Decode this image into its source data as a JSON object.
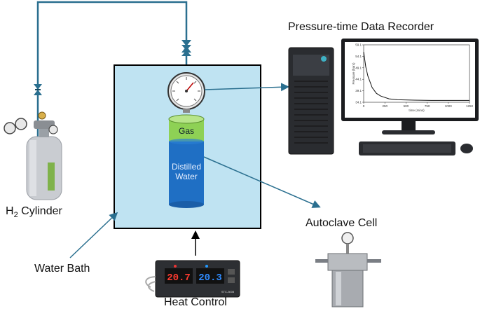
{
  "labels": {
    "recorder": "Pressure-time Data Recorder",
    "cylinder_prefix": "H",
    "cylinder_sub": "2",
    "cylinder_suffix": " Cylinder",
    "water_bath": "Water Bath",
    "heat_control": "Heat Control",
    "autoclave_cell": "Autoclave Cell",
    "gas": "Gas",
    "distilled_water": "Distilled Water"
  },
  "controller": {
    "display_left": "20.7",
    "display_right": "20.3",
    "model": "STC-3008"
  },
  "colors": {
    "water_bath_fill": "#bfe3f2",
    "pipe": "#2a6f8f",
    "gas_section": "#8ed155",
    "water_section": "#1f6fc4",
    "cylinder_body": "#c9ccd1"
  },
  "chart_data": {
    "type": "line",
    "title": "",
    "xlabel": "time (mins)",
    "ylabel": "Pressure (bars)",
    "x_ticks": [
      0,
      250,
      500,
      750,
      1000,
      1250
    ],
    "y_ticks": [
      34.1,
      39.1,
      44.1,
      49.1,
      54.1,
      59.1
    ],
    "xlim": [
      0,
      1250
    ],
    "ylim": [
      34.1,
      59.1
    ],
    "series": [
      {
        "x": [
          0,
          25,
          50,
          100,
          150,
          200,
          300,
          400,
          600,
          800,
          1000,
          1250
        ],
        "y": [
          56.0,
          49.5,
          45.5,
          40.5,
          38.0,
          36.8,
          35.6,
          35.2,
          35.0,
          34.9,
          34.9,
          34.9
        ]
      }
    ]
  }
}
